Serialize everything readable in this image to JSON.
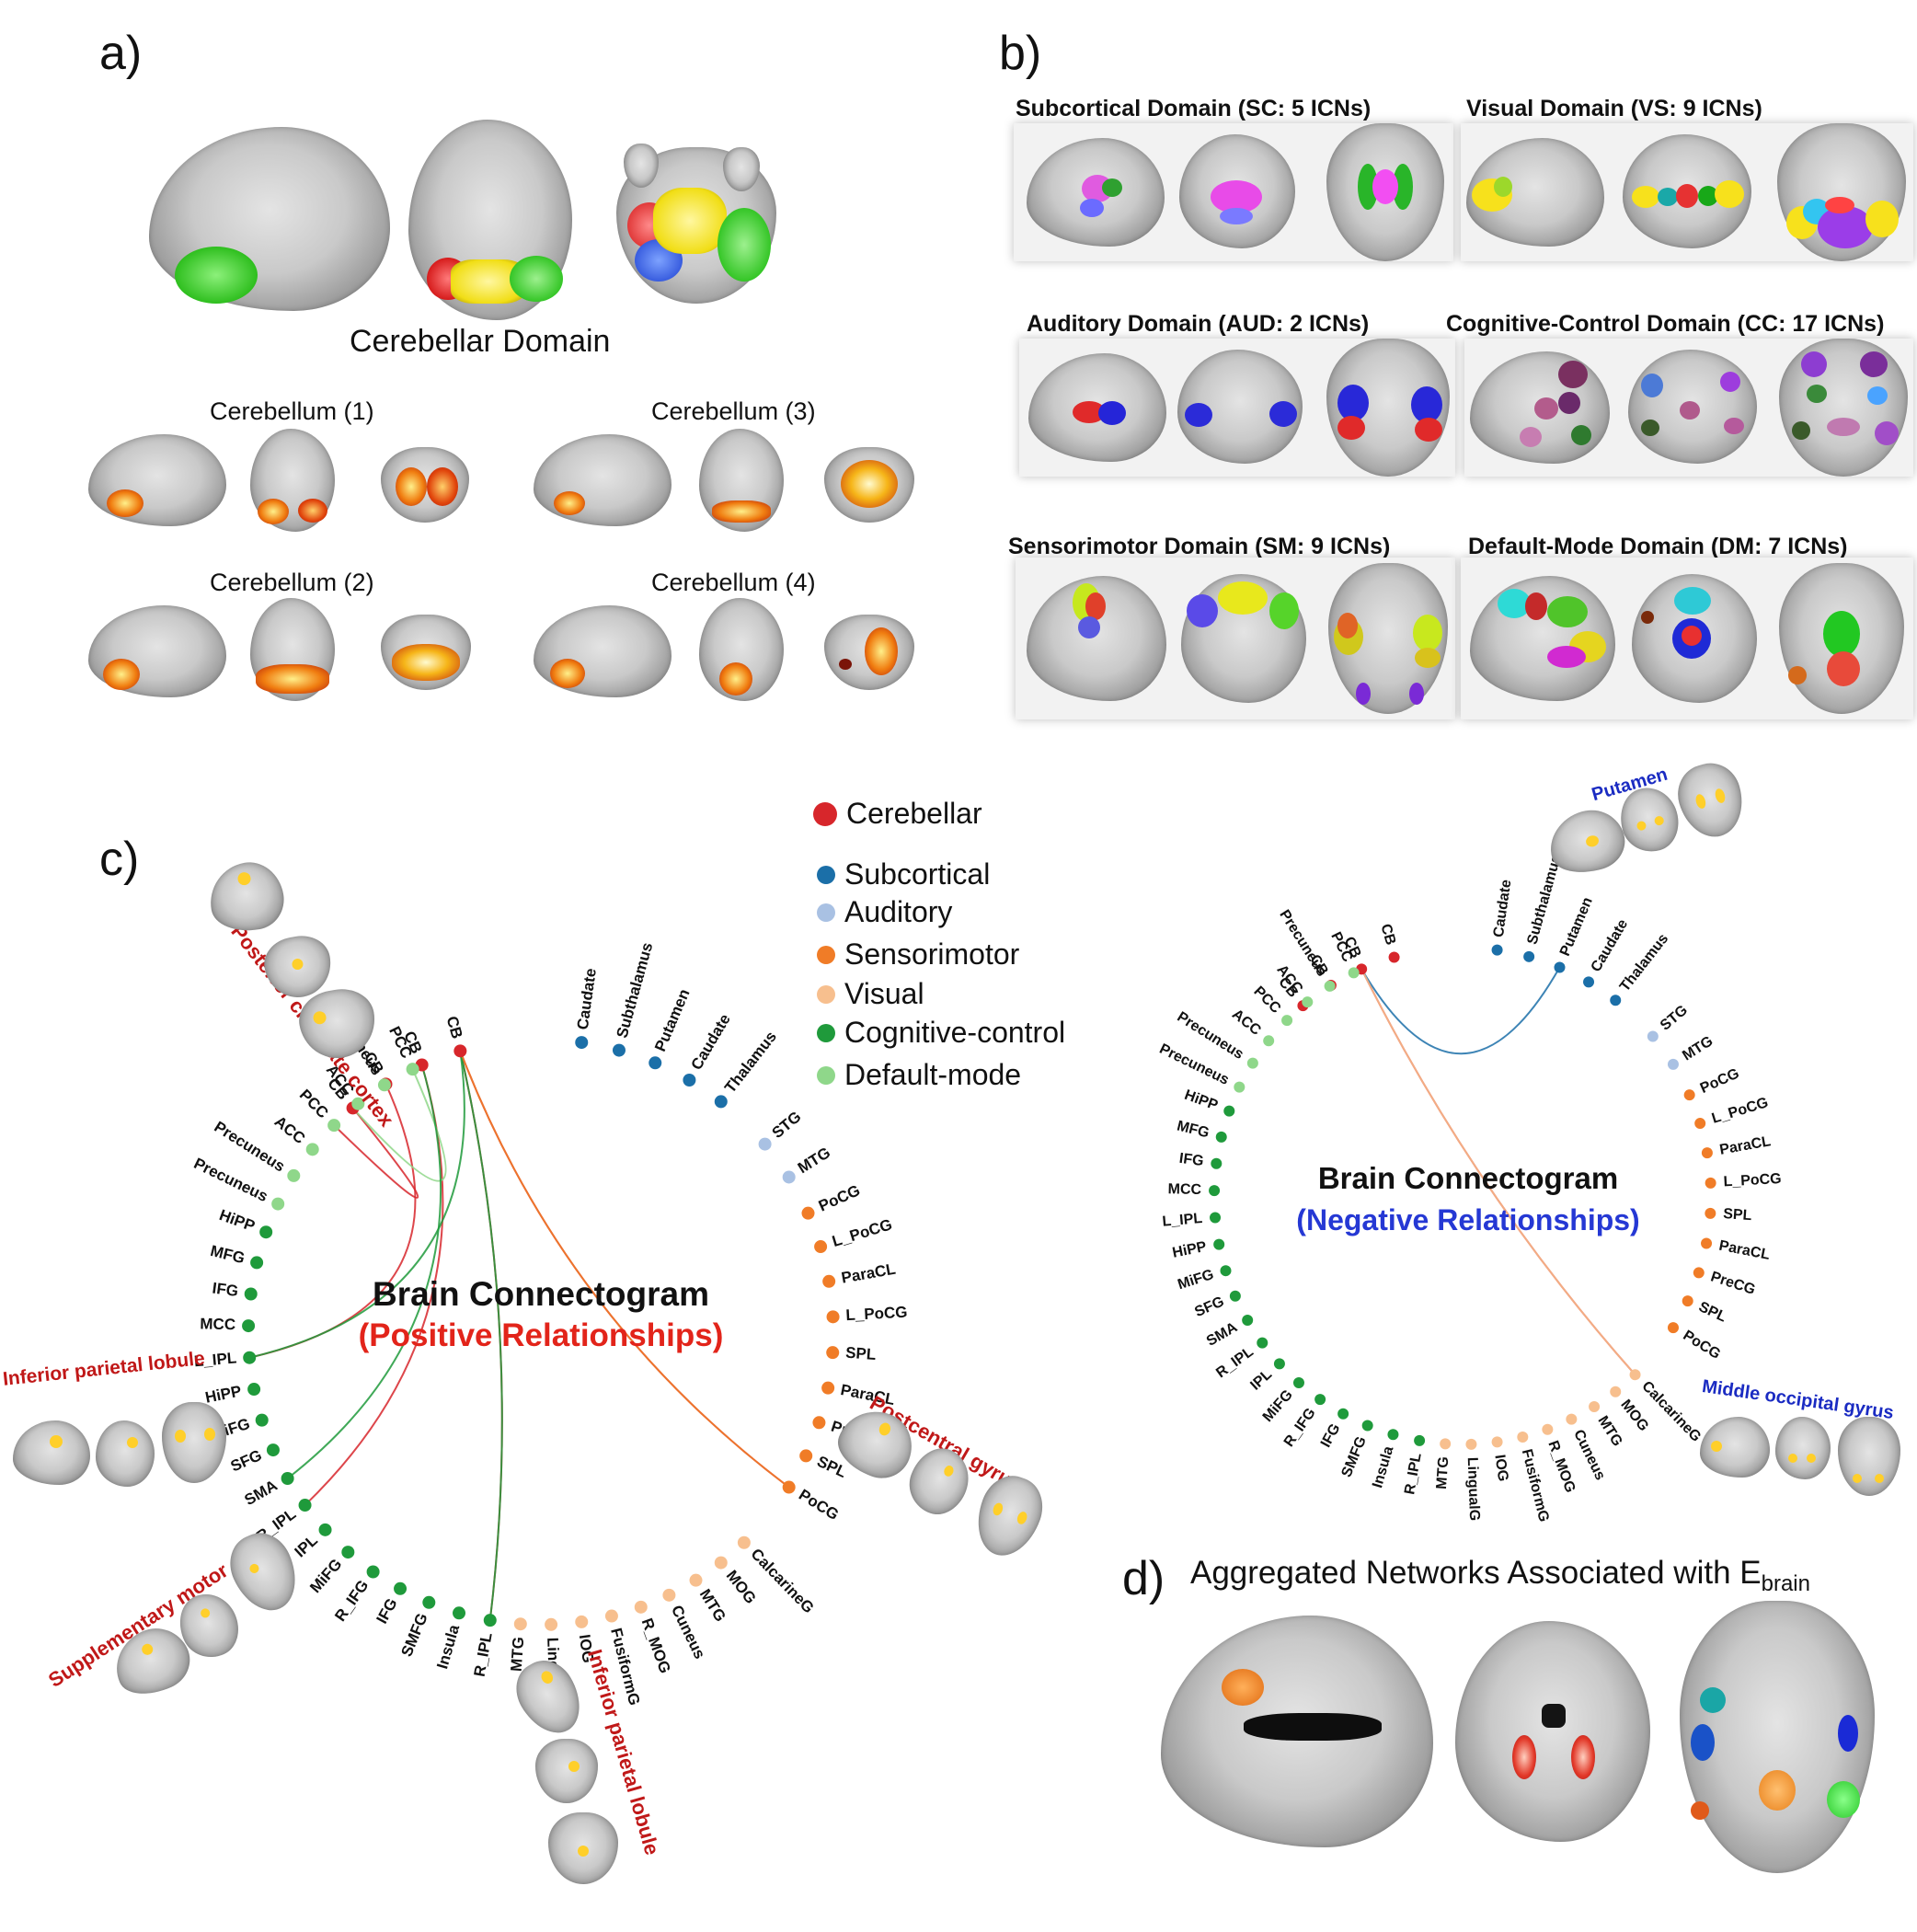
{
  "panel_a": {
    "letter": "a)",
    "domain_title": "Cerebellar Domain",
    "subpanels": [
      {
        "label": "Cerebellum (1)"
      },
      {
        "label": "Cerebellum (3)"
      },
      {
        "label": "Cerebellum (2)"
      },
      {
        "label": "Cerebellum (4)"
      }
    ]
  },
  "panel_b": {
    "letter": "b)",
    "domains": [
      {
        "title": "Subcortical Domain (SC: 5 ICNs)"
      },
      {
        "title": "Visual Domain (VS: 9 ICNs)"
      },
      {
        "title": "Auditory Domain (AUD: 2 ICNs)"
      },
      {
        "title": "Cognitive-Control Domain (CC: 17 ICNs)"
      },
      {
        "title": "Sensorimotor Domain (SM: 9 ICNs)"
      },
      {
        "title": "Default-Mode Domain (DM: 7 ICNs)"
      }
    ]
  },
  "panel_c": {
    "letter": "c)",
    "legend": [
      {
        "label": "Cerebellar",
        "color": "#d7262b"
      },
      {
        "label": "Subcortical",
        "color": "#1b6fa8"
      },
      {
        "label": "Auditory",
        "color": "#a9c1e3"
      },
      {
        "label": "Sensorimotor",
        "color": "#f07c27"
      },
      {
        "label": "Visual",
        "color": "#f7bf8e"
      },
      {
        "label": "Cognitive-control",
        "color": "#1f9a3b"
      },
      {
        "label": "Default-mode",
        "color": "#8fd78a"
      }
    ],
    "positive": {
      "title": "Brain Connectogram",
      "subtitle": "(Positive Relationships)",
      "callouts": [
        "Posterior cingulate cortex",
        "Inferior parietal lobule",
        "Supplementary motor area",
        "Inferior parietal lobule",
        "Postcentral gyrus"
      ]
    },
    "negative": {
      "title": "Brain Connectogram",
      "subtitle": "(Negative Relationships)",
      "callouts": [
        "Putamen",
        "Middle occipital gyrus"
      ]
    },
    "nodes": [
      {
        "label": "CB",
        "group": "Cerebellar"
      },
      {
        "label": "CB",
        "group": "Cerebellar"
      },
      {
        "label": "CB",
        "group": "Cerebellar"
      },
      {
        "label": "CB",
        "group": "Cerebellar"
      },
      {
        "label": "Caudate",
        "group": "Subcortical"
      },
      {
        "label": "Subthalamus",
        "group": "Subcortical"
      },
      {
        "label": "Putamen",
        "group": "Subcortical"
      },
      {
        "label": "Caudate",
        "group": "Subcortical"
      },
      {
        "label": "Thalamus",
        "group": "Subcortical"
      },
      {
        "label": "STG",
        "group": "Auditory"
      },
      {
        "label": "MTG",
        "group": "Auditory"
      },
      {
        "label": "PoCG",
        "group": "Sensorimotor"
      },
      {
        "label": "L_PoCG",
        "group": "Sensorimotor"
      },
      {
        "label": "ParaCL",
        "group": "Sensorimotor"
      },
      {
        "label": "L_PoCG",
        "group": "Sensorimotor"
      },
      {
        "label": "SPL",
        "group": "Sensorimotor"
      },
      {
        "label": "ParaCL",
        "group": "Sensorimotor"
      },
      {
        "label": "PreCG",
        "group": "Sensorimotor"
      },
      {
        "label": "SPL",
        "group": "Sensorimotor"
      },
      {
        "label": "PoCG",
        "group": "Sensorimotor"
      },
      {
        "label": "CalcarineG",
        "group": "Visual"
      },
      {
        "label": "MOG",
        "group": "Visual"
      },
      {
        "label": "MTG",
        "group": "Visual"
      },
      {
        "label": "Cuneus",
        "group": "Visual"
      },
      {
        "label": "R_MOG",
        "group": "Visual"
      },
      {
        "label": "FusiformG",
        "group": "Visual"
      },
      {
        "label": "IOG",
        "group": "Visual"
      },
      {
        "label": "LingualG",
        "group": "Visual"
      },
      {
        "label": "MTG",
        "group": "Visual"
      },
      {
        "label": "R_IPL",
        "group": "Cognitive-control"
      },
      {
        "label": "Insula",
        "group": "Cognitive-control"
      },
      {
        "label": "SMFG",
        "group": "Cognitive-control"
      },
      {
        "label": "IFG",
        "group": "Cognitive-control"
      },
      {
        "label": "R_IFG",
        "group": "Cognitive-control"
      },
      {
        "label": "MiFG",
        "group": "Cognitive-control"
      },
      {
        "label": "IPL",
        "group": "Cognitive-control"
      },
      {
        "label": "R_IPL",
        "group": "Cognitive-control"
      },
      {
        "label": "SMA",
        "group": "Cognitive-control"
      },
      {
        "label": "SFG",
        "group": "Cognitive-control"
      },
      {
        "label": "MiFG",
        "group": "Cognitive-control"
      },
      {
        "label": "HiPP",
        "group": "Cognitive-control"
      },
      {
        "label": "L_IPL",
        "group": "Cognitive-control"
      },
      {
        "label": "MCC",
        "group": "Cognitive-control"
      },
      {
        "label": "IFG",
        "group": "Cognitive-control"
      },
      {
        "label": "MFG",
        "group": "Cognitive-control"
      },
      {
        "label": "HiPP",
        "group": "Cognitive-control"
      },
      {
        "label": "Precuneus",
        "group": "Default-mode"
      },
      {
        "label": "Precuneus",
        "group": "Default-mode"
      },
      {
        "label": "ACC",
        "group": "Default-mode"
      },
      {
        "label": "PCC",
        "group": "Default-mode"
      },
      {
        "label": "ACC",
        "group": "Default-mode"
      },
      {
        "label": "Precuneus",
        "group": "Default-mode"
      },
      {
        "label": "PCC",
        "group": "Default-mode"
      }
    ],
    "positive_links": [
      {
        "from": 0,
        "to": 49,
        "color": "#d7262b"
      },
      {
        "from": 1,
        "to": 41,
        "color": "#d7262b"
      },
      {
        "from": 2,
        "to": 36,
        "color": "#d7262b"
      },
      {
        "from": 3,
        "to": 19,
        "color": "#d7262b"
      },
      {
        "from": 3,
        "to": 29,
        "color": "#d7262b"
      },
      {
        "from": 52,
        "to": 0,
        "color": "#8fd78a"
      },
      {
        "from": 41,
        "to": 3,
        "color": "#1f9a3b"
      },
      {
        "from": 29,
        "to": 3,
        "color": "#1f9a3b"
      },
      {
        "from": 37,
        "to": 2,
        "color": "#1f9a3b"
      },
      {
        "from": 19,
        "to": 3,
        "color": "#f07c27"
      }
    ],
    "negative_links": [
      {
        "from": 2,
        "to": 20,
        "color": "#d7262b"
      },
      {
        "from": 6,
        "to": 2,
        "color": "#1b6fa8"
      },
      {
        "from": 20,
        "to": 2,
        "color": "#f7bf8e"
      }
    ]
  },
  "panel_d": {
    "letter": "d)",
    "title": "Aggregated Networks Associated with E",
    "title_subscript": "brain"
  }
}
